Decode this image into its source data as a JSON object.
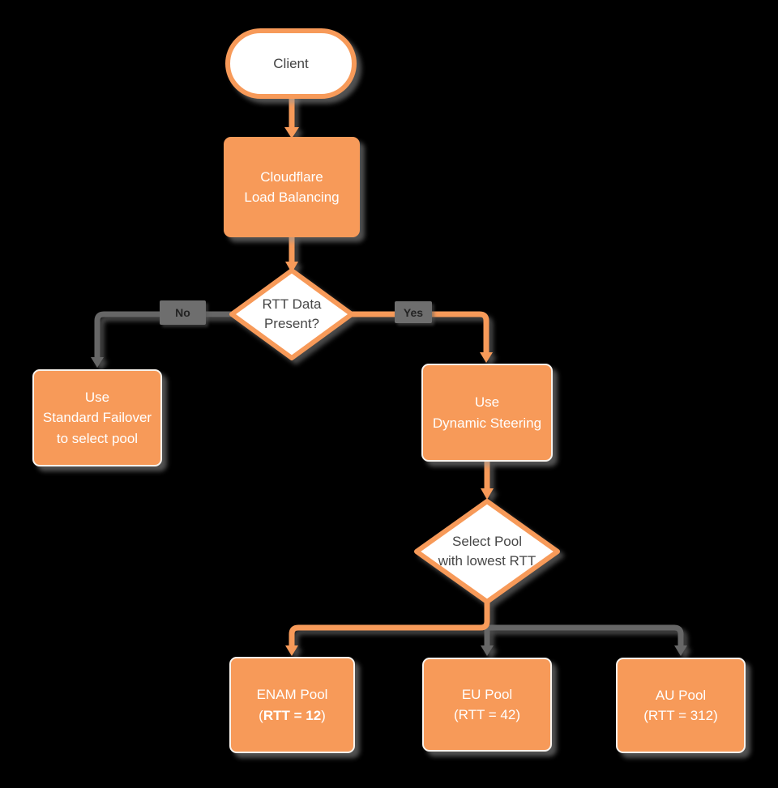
{
  "colors": {
    "background": "#000000",
    "orange": "#F79A59",
    "gray_connector": "#666666",
    "edge_label_bg": "#6E6E6E",
    "dark_text": "#474747",
    "light_text": "#FFFFFF",
    "shape_fill_white": "#FFFFFF"
  },
  "nodes": {
    "client": {
      "label": "Client"
    },
    "load_balancing": {
      "line1": "Cloudflare",
      "line2": "Load Balancing"
    },
    "rtt_decision": {
      "line1": "RTT Data",
      "line2": "Present?"
    },
    "standard_failover": {
      "line1": "Use",
      "line2": "Standard Failover",
      "line3": "to select pool"
    },
    "dynamic_steering": {
      "line1": "Use",
      "line2": "Dynamic Steering"
    },
    "select_pool": {
      "line1": "Select Pool",
      "line2": "with lowest RTT"
    },
    "enam_pool": {
      "line1": "ENAM Pool",
      "line2_prefix": "(",
      "line2_bold": "RTT = 12",
      "line2_suffix": ")"
    },
    "eu_pool": {
      "line1": "EU Pool",
      "line2": "(RTT = 42)"
    },
    "au_pool": {
      "line1": "AU Pool",
      "line2": "(RTT = 312)"
    }
  },
  "edge_labels": {
    "no": "No",
    "yes": "Yes"
  }
}
